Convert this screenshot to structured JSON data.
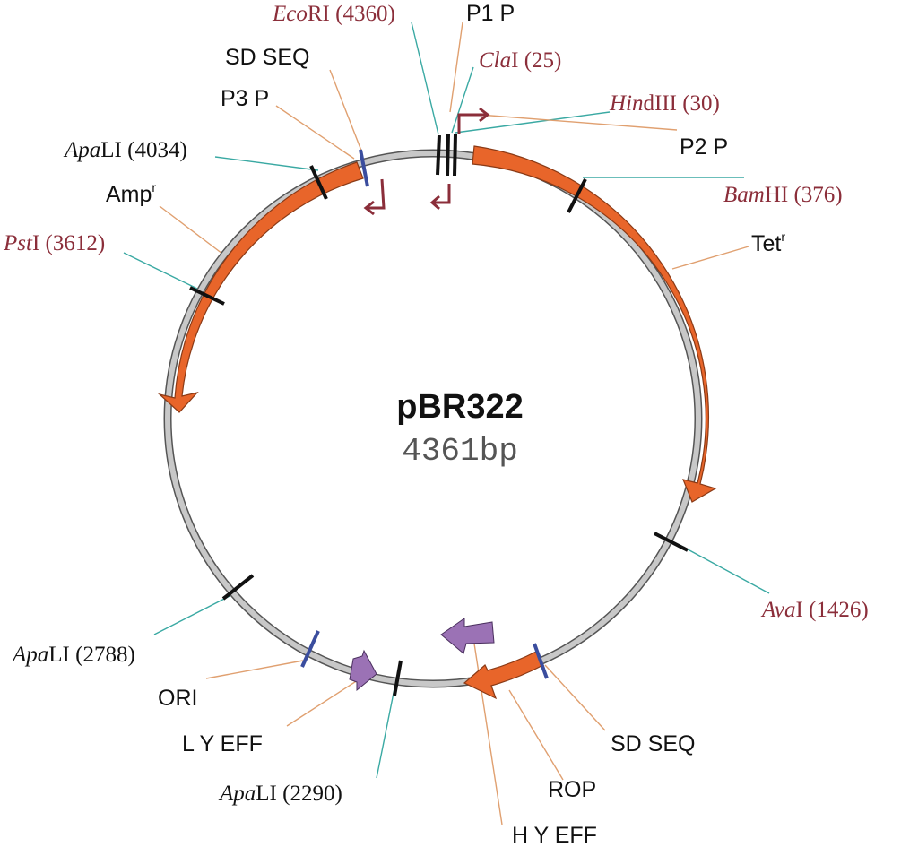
{
  "plasmid": {
    "name": "pBR322",
    "size": "4361bp"
  },
  "colors": {
    "backbone": "#c8c8c8",
    "gene": "#e8652a",
    "regulatory": "#9b72b5",
    "promoter": "#8b2e3a",
    "site_text_red": "#8b2e3a",
    "leader_teal": "#3aa9a3",
    "leader_tan": "#e0a070",
    "sd_mark": "#3a4d9e"
  },
  "genes": [
    {
      "name": "Tet",
      "superscript": "r"
    },
    {
      "name": "Amp",
      "superscript": "r"
    },
    {
      "name": "ROP",
      "superscript": ""
    }
  ],
  "regulatory": [
    {
      "name": "H Y EFF"
    },
    {
      "name": "L Y EFF"
    }
  ],
  "promoters": [
    {
      "name": "P1 P"
    },
    {
      "name": "P2 P"
    },
    {
      "name": "P3 P"
    }
  ],
  "features": [
    {
      "name": "SD SEQ"
    },
    {
      "name": "SD SEQ"
    },
    {
      "name": "ORI"
    }
  ],
  "sites": [
    {
      "italic": "Eco",
      "rest": "RI",
      "position": "(4360)",
      "red": true
    },
    {
      "italic": "Cla",
      "rest": "I",
      "position": "(25)",
      "red": true
    },
    {
      "italic": "Hin",
      "rest": "dIII",
      "position": "(30)",
      "red": true
    },
    {
      "italic": "Bam",
      "rest": "HI",
      "position": "(376)",
      "red": true
    },
    {
      "italic": "Ava",
      "rest": "I",
      "position": "(1426)",
      "red": true
    },
    {
      "italic": "Apa",
      "rest": "LI",
      "position": "(2290)",
      "red": false
    },
    {
      "italic": "Apa",
      "rest": "LI",
      "position": "(2788)",
      "red": false
    },
    {
      "italic": "Pst",
      "rest": "I",
      "position": "(3612)",
      "red": true
    },
    {
      "italic": "Apa",
      "rest": "LI",
      "position": "(4034)",
      "red": false
    }
  ]
}
